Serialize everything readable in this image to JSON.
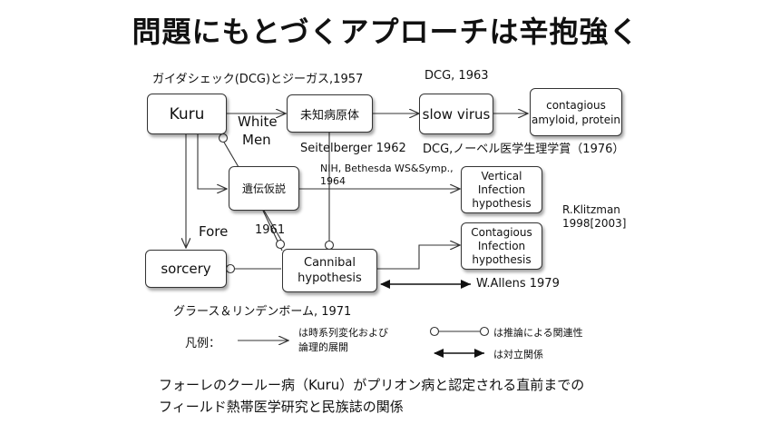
{
  "title": "問題にもとづくアプローチは辛抱強く",
  "boxes": {
    "kuru": "Kuru",
    "pathogen": "未知病原体",
    "slow_virus": "slow virus",
    "contagious_amyloid_l1": "contagious",
    "contagious_amyloid_l2": "amyloid, protein",
    "heredity": "遺伝仮説",
    "vertical_l1": "Vertical",
    "vertical_l2": "Infection",
    "vertical_l3": "hypothesis",
    "contagious_l1": "Contagious",
    "contagious_l2": "Infection",
    "contagious_l3": "hypothesis",
    "sorcery": "sorcery",
    "cannibal_l1": "Cannibal",
    "cannibal_l2": "hypothesis"
  },
  "labels": {
    "gajdusek": "ガイダシェック(DCG)とジーガス,1957",
    "dcg1963": "DCG, 1963",
    "white": "White",
    "men": "Men",
    "seitelberger": "Seitelberger 1962",
    "nobel": "DCG,ノーベル医学生理学賞（1976）",
    "nih_l1": "NIH, Bethesda WS&Symp.,",
    "nih_l2": "1964",
    "klitzman_l1": "R.Klitzman",
    "klitzman_l2": "1998[2003]",
    "fore": "Fore",
    "y1961": "1961",
    "allens": "W.Allens 1979",
    "glasse": "グラース＆リンデンボーム, 1971"
  },
  "legend": {
    "title": "凡例：",
    "arrow_l1": "は時系列変化および",
    "arrow_l2": "論理的展開",
    "circle": "は推論による関連性",
    "double": "は対立関係"
  },
  "caption": {
    "line1": "フォーレのクールー病（Kuru）がプリオン病と認定される直前までの",
    "line2": "フィールド熱帯医学研究と民族誌の関係"
  }
}
